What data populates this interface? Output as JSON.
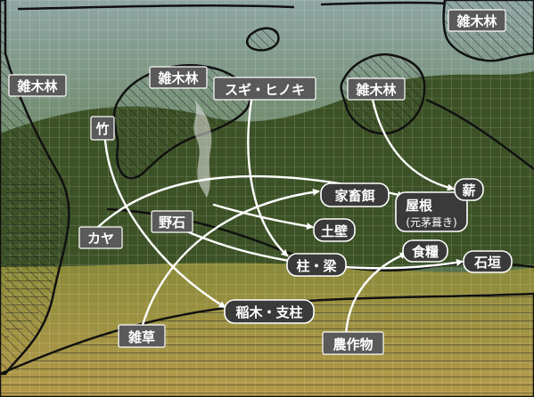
{
  "labels": {
    "zoki_left": "雑木林",
    "zoki_top_right": "雑木林",
    "zoki_center": "雑木林",
    "zoki_right": "雑木林",
    "sugi_hinoki": "スギ・ヒノキ",
    "take": "竹",
    "kaya": "カヤ",
    "noishi": "野石",
    "zassou": "雑草",
    "nousakubutsu": "農作物",
    "kachikushi": "家畜餌",
    "tsuchikabe": "土壁",
    "hashira_hari": "柱・梁",
    "yane": "屋根",
    "yane_note": "(元茅葺き)",
    "maki": "薪",
    "shokuryo": "食糧",
    "ishigaki": "石垣",
    "inaki_shichu": "稲木・支柱"
  },
  "colors": {
    "source_box": "#5a5a5a",
    "target_box": "#3a3a3a",
    "box_border": "#ffffff",
    "arrow": "#ffffff",
    "region_outline": "#111111",
    "hatch": "#2a2a2a"
  }
}
